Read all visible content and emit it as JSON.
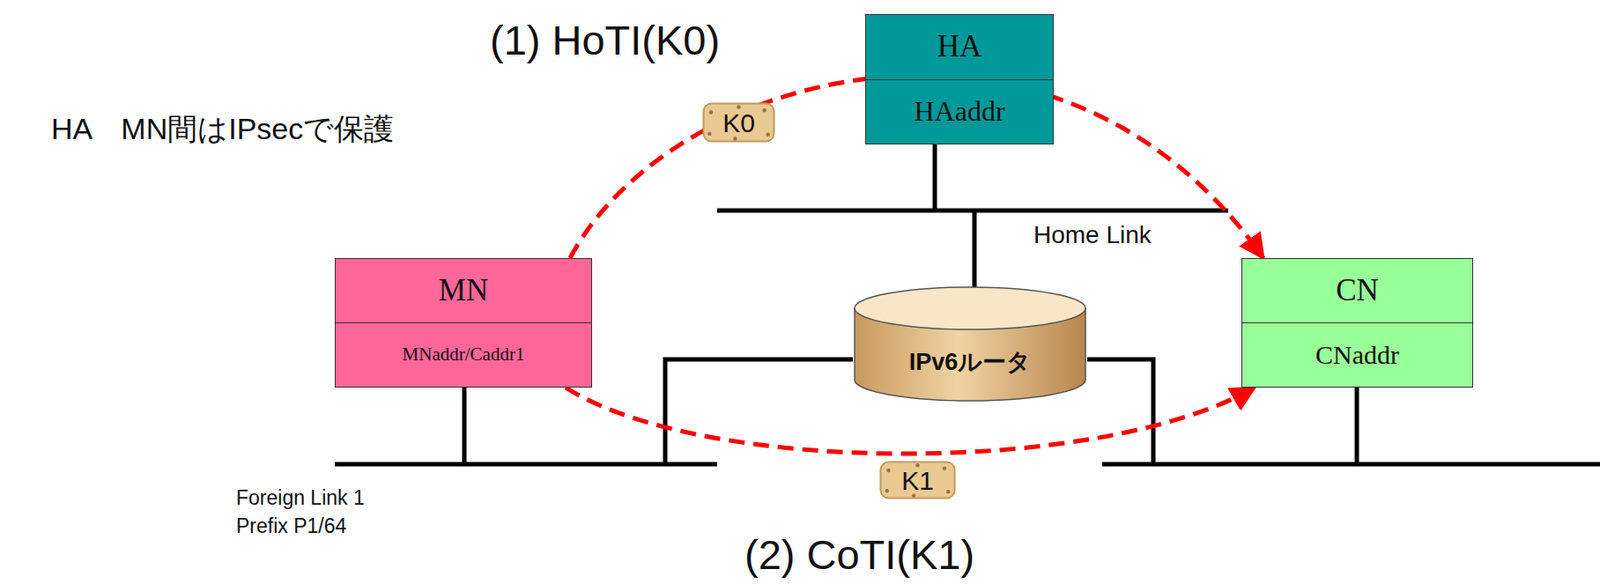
{
  "diagram": {
    "nodes": [
      {
        "text": [
          "HA",
          "HAaddr"
        ]
      },
      {
        "text": [
          "MN",
          "MNaddr/Caddr1"
        ]
      },
      {
        "text": [
          "CN",
          "CNaddr"
        ]
      },
      {
        "text": [
          "IPv6ルータ"
        ]
      },
      {
        "text": [
          "K0"
        ]
      },
      {
        "text": [
          "K1"
        ]
      }
    ],
    "edges": [
      {
        "from": 1,
        "to": 2,
        "arrow": "to"
      },
      {
        "from": 1,
        "to": 2,
        "arrow": "to"
      }
    ],
    "labels": [
      "(1) HoTI(K0)",
      "HA　MN間はIPsecで保護",
      "Home Link",
      "Foreign Link 1",
      "Prefix P1/64",
      "(2) CoTI(K1)"
    ]
  }
}
